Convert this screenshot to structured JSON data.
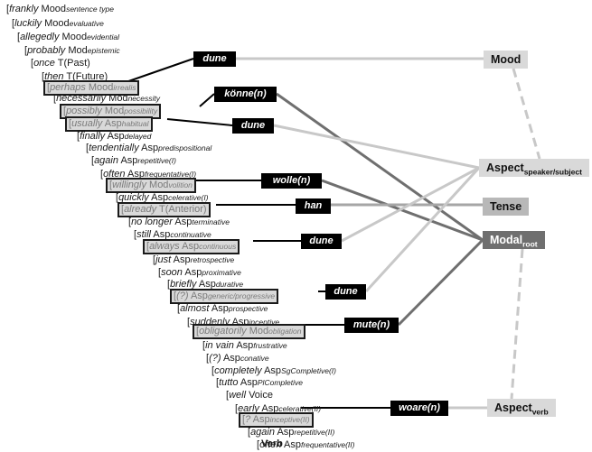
{
  "hierarchy": [
    {
      "adv": "frankly",
      "head": "Mood",
      "sub": "sentence type"
    },
    {
      "adv": "luckily",
      "head": "Mood",
      "sub": "evaluative"
    },
    {
      "adv": "allegedly",
      "head": "Mood",
      "sub": "evidential"
    },
    {
      "adv": "probably",
      "head": "Mod",
      "sub": "epistemic"
    },
    {
      "adv": "once",
      "head": "T(Past)",
      "sub": ""
    },
    {
      "adv": "then",
      "head": "T(Future)",
      "sub": ""
    },
    {
      "adv": "perhaps",
      "head": "Mood",
      "sub": "irrealis"
    },
    {
      "adv": "necessarily",
      "head": "Mod",
      "sub": "necessity"
    },
    {
      "adv": "possibly",
      "head": "Mod",
      "sub": "possibility"
    },
    {
      "adv": "usually",
      "head": "Asp",
      "sub": "habitual"
    },
    {
      "adv": "finally",
      "head": "Asp",
      "sub": "delayed"
    },
    {
      "adv": "tendentially",
      "head": "Asp",
      "sub": "predispositional"
    },
    {
      "adv": "again",
      "head": "Asp",
      "sub": "repetitive(I)"
    },
    {
      "adv": "often",
      "head": "Asp",
      "sub": "frequentative(I)"
    },
    {
      "adv": "willingly",
      "head": "Mod",
      "sub": "volition"
    },
    {
      "adv": "quickly",
      "head": "Asp",
      "sub": "celerative(I)"
    },
    {
      "adv": "already",
      "head": "T(Anterior)",
      "sub": ""
    },
    {
      "adv": "no longer",
      "head": "Asp",
      "sub": "terminative"
    },
    {
      "adv": "still",
      "head": "Asp",
      "sub": "continuative"
    },
    {
      "adv": "always",
      "head": "Asp",
      "sub": "continuous"
    },
    {
      "adv": "just",
      "head": "Asp",
      "sub": "retrospective"
    },
    {
      "adv": "soon",
      "head": "Asp",
      "sub": "proximative"
    },
    {
      "adv": "briefly",
      "head": "Asp",
      "sub": "durative"
    },
    {
      "adv": "(?)",
      "head": "Asp",
      "sub": "generic/progressive"
    },
    {
      "adv": "almost",
      "head": "Asp",
      "sub": "prospective"
    },
    {
      "adv": "suddenly",
      "head": "Asp",
      "sub": "inceptive"
    },
    {
      "adv": "obligatorily",
      "head": "Mod",
      "sub": "obligation"
    },
    {
      "adv": "in vain",
      "head": "Asp",
      "sub": "frustrative"
    },
    {
      "adv": "(?)",
      "head": "Asp",
      "sub": "conative"
    },
    {
      "adv": "completely",
      "head": "Asp",
      "sub": "SgCompletive(I)"
    },
    {
      "adv": "tutto",
      "head": "Asp",
      "sub": "PlCompletive"
    },
    {
      "adv": "well",
      "head": "Voice",
      "sub": ""
    },
    {
      "adv": "early",
      "head": "Asp",
      "sub": "celerative(II)"
    },
    {
      "adv": "?",
      "head": "Asp",
      "sub": "inceptive(II)"
    },
    {
      "adv": "again",
      "head": "Asp",
      "sub": "repetitive(II)"
    },
    {
      "adv": "often",
      "head": "Asp",
      "sub": "frequentative(II)"
    }
  ],
  "verb_label": "Verb",
  "forms": [
    {
      "text": "dune"
    },
    {
      "text": "könne(n)"
    },
    {
      "text": "dune"
    },
    {
      "text": "wolle(n)"
    },
    {
      "text": "han"
    },
    {
      "text": "dune"
    },
    {
      "text": "dune"
    },
    {
      "text": "mute(n)"
    },
    {
      "text": "woare(n)"
    }
  ],
  "projections": [
    {
      "main": "Mood",
      "sub": ""
    },
    {
      "main": "Aspect",
      "sub": "speaker/subject"
    },
    {
      "main": "Tense",
      "sub": ""
    },
    {
      "main": "Modal",
      "sub": "root"
    },
    {
      "main": "Aspect",
      "sub": "verb"
    }
  ],
  "colors": {
    "light": "#c8c8c8",
    "mid": "#a6a6a6",
    "dark": "#6f6f6f",
    "black": "#000000"
  }
}
